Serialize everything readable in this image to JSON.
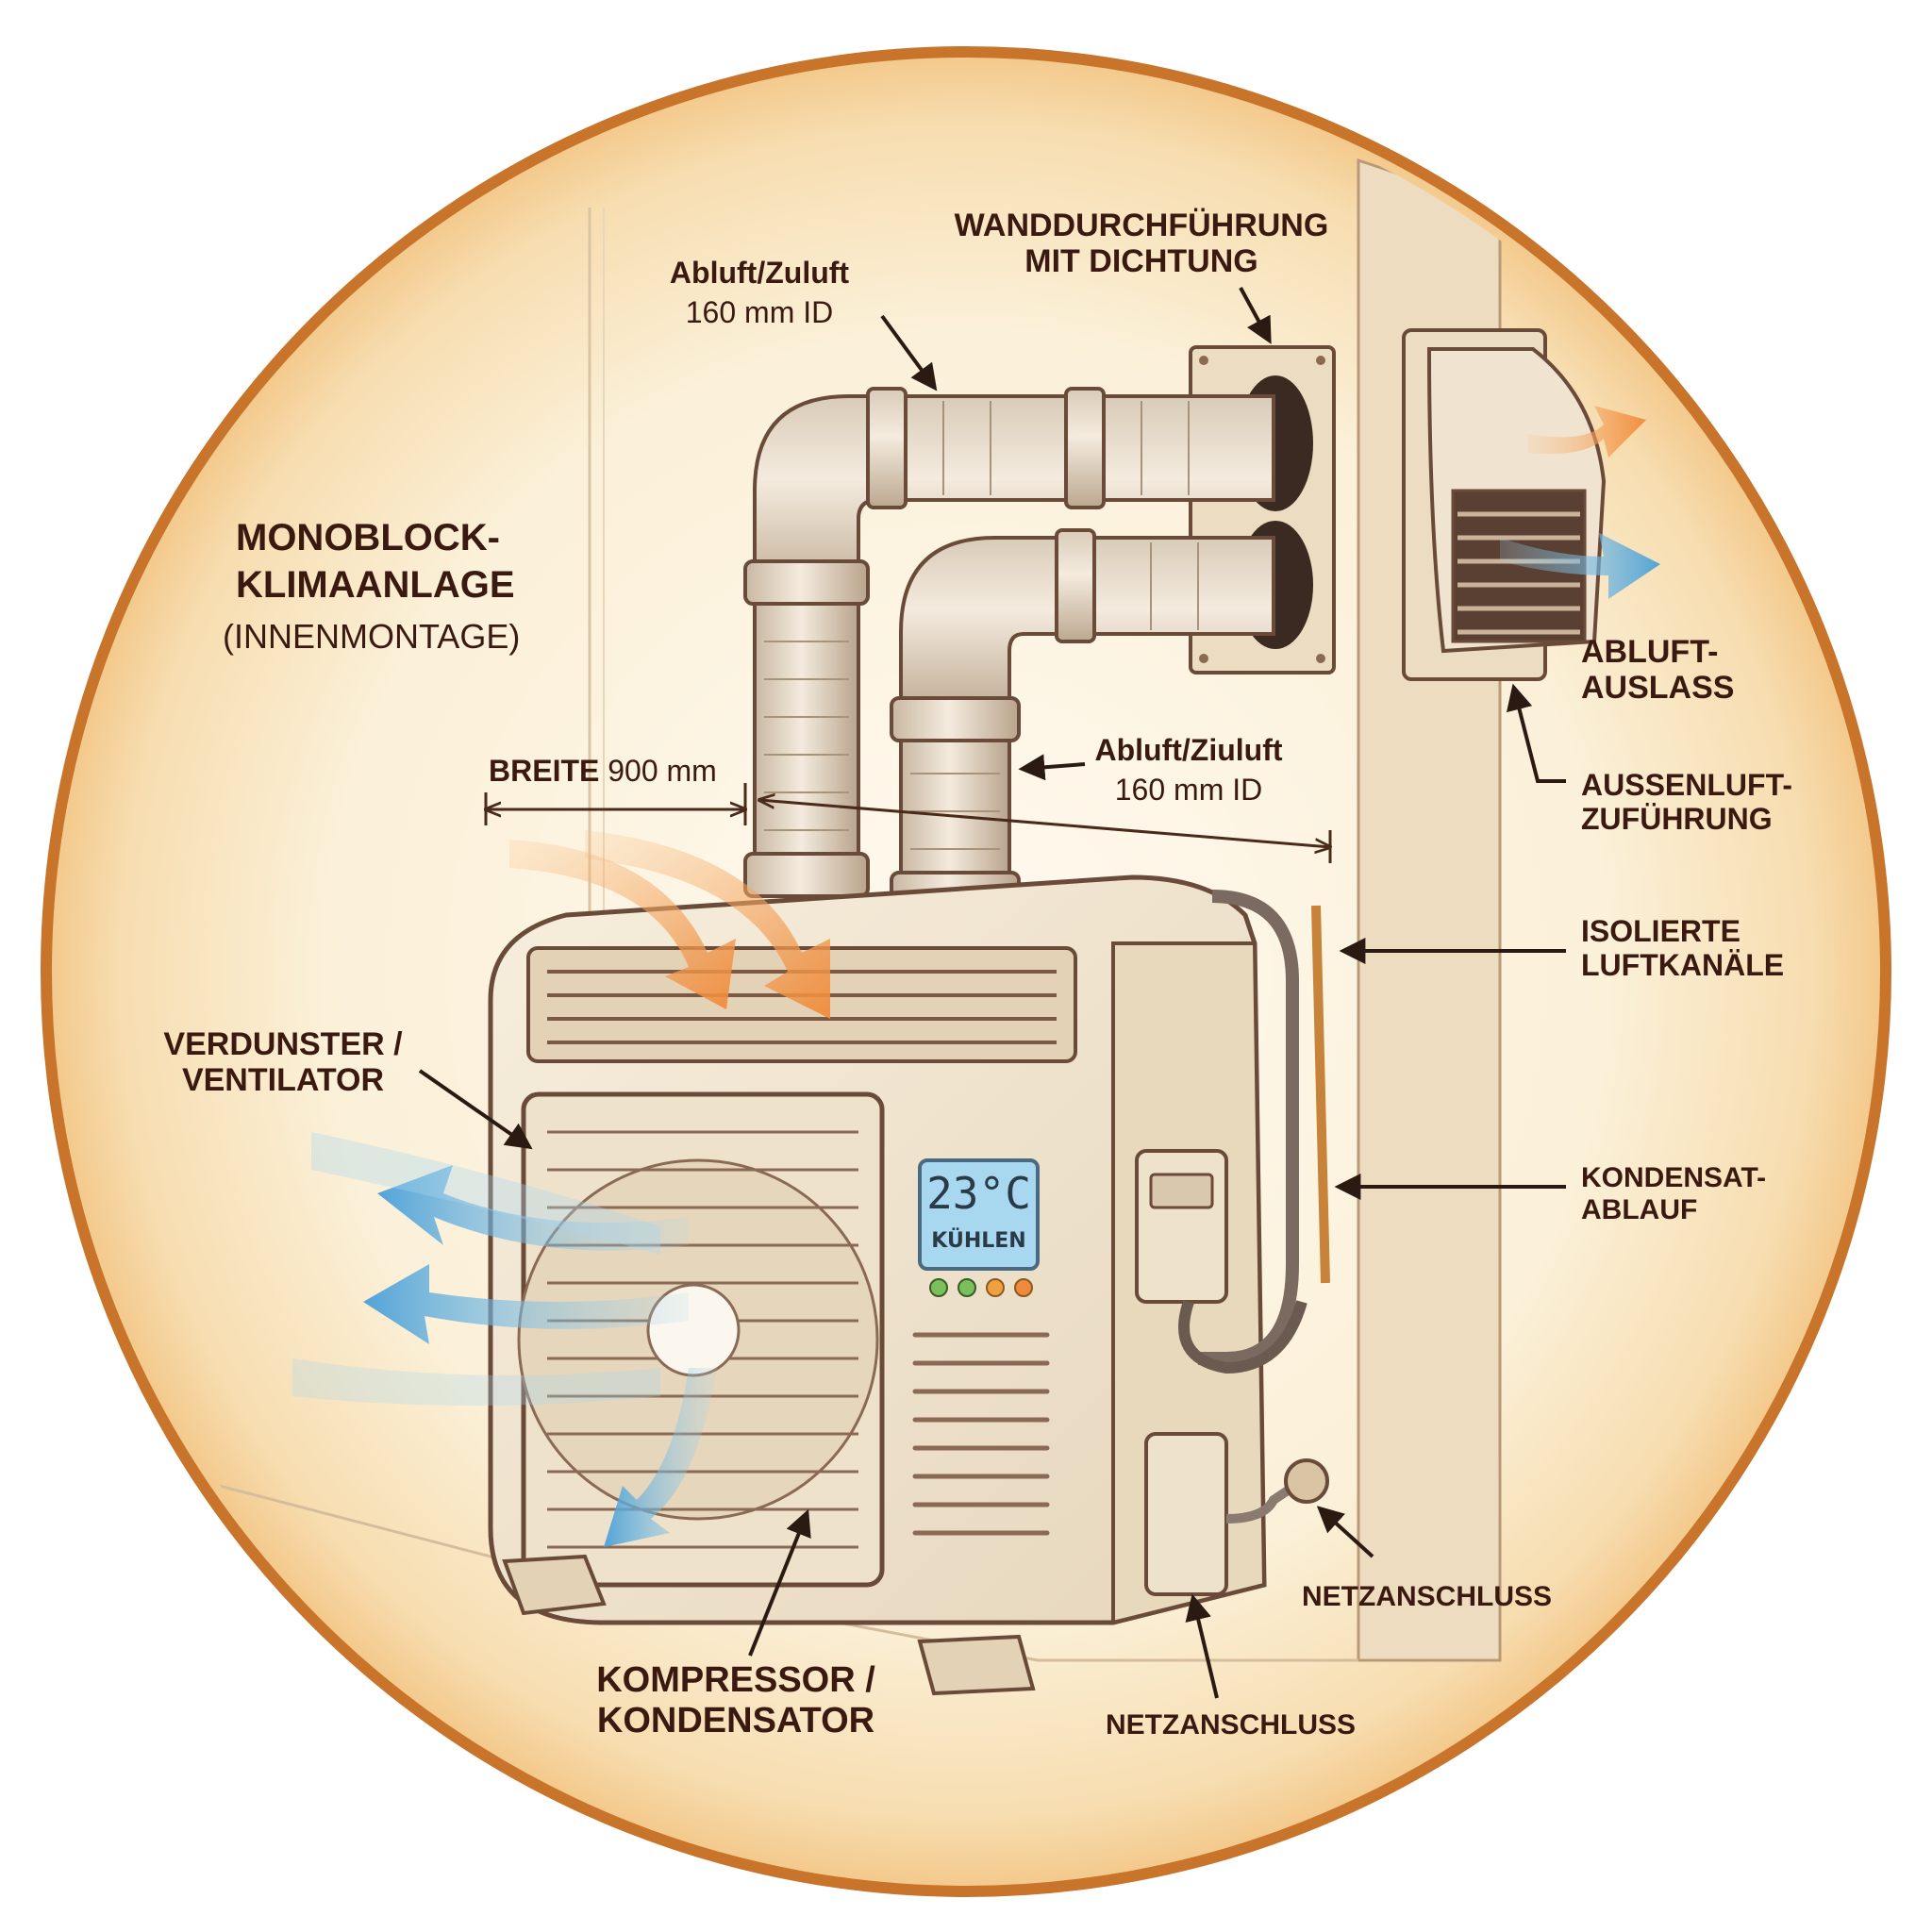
{
  "title": {
    "line1": "MONOBLOCK-",
    "line2": "KLIMAANLAGE",
    "line3": "(INNENMONTAGE)"
  },
  "labels": {
    "abluft_zuluft_top": {
      "line1": "Abluft/Zuluft",
      "line2": "160 mm ID"
    },
    "wanddurchfuehrung": {
      "line1": "WANDDURCHFÜHRUNG",
      "line2": "MIT DICHTUNG"
    },
    "abluft_ziuluft_mid": {
      "line1": "Abluft/Ziuluft",
      "line2": "160 mm ID"
    },
    "breite": {
      "word": "BREITE",
      "value": "900 mm"
    },
    "abluft_auslass": {
      "line1": "ABLUFT-",
      "line2": "AUSLASS"
    },
    "aussenluft": {
      "line1": "AUSSENLUFT-",
      "line2": "ZUFÜHRUNG"
    },
    "isolierte": {
      "line1": "ISOLIERTE",
      "line2": "LUFTKANÄLE"
    },
    "kondensat": {
      "line1": "KONDENSAT-",
      "line2": "ABLAUF"
    },
    "verdunster": {
      "line1": "VERDUNSTER /",
      "line2": "VENTILATOR"
    },
    "kompressor": {
      "line1": "KOMPRESSOR /",
      "line2": "KONDENSATOR"
    },
    "netz_right": "NETZANSCHLUSS",
    "netz_bottom": "NETZANSCHLUSS"
  },
  "display": {
    "temperature": "23°C",
    "mode": "KÜHLEN"
  },
  "colors": {
    "ring": "#c8742a",
    "background": "#fbf0d8",
    "unit_body": "#f3e8d2",
    "outline": "#6a4a38",
    "warm_arrow": "#f08a3a",
    "cool_arrow": "#4aa0d8",
    "text": "#3a1a10",
    "display": "#a8d8f0",
    "led_green": "#7ac05a",
    "led_orange": "#f0a040"
  }
}
